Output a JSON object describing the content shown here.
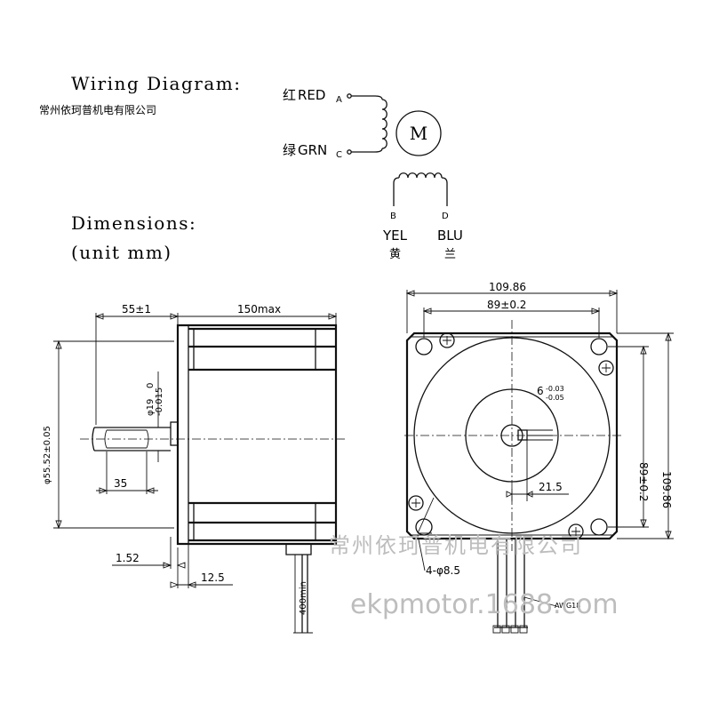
{
  "wiring": {
    "heading": "Wiring Diagram:",
    "company": "常州依珂普机电有限公司",
    "motor_label": "M",
    "wires": {
      "red": {
        "cn": "红",
        "en": "RED",
        "pin": "A"
      },
      "green": {
        "cn": "绿",
        "en": "GRN",
        "pin": "C"
      },
      "yellow": {
        "pin": "B",
        "en": "YEL",
        "cn": "黄"
      },
      "blue": {
        "pin": "D",
        "en": "BLU",
        "cn": "兰"
      }
    }
  },
  "dimensions": {
    "heading": "Dimensions:",
    "unit": "(unit mm)",
    "side_view": {
      "shaft_length": "55±1",
      "body_length": "150max",
      "pilot_diameter": "φ55.52±0.05",
      "shaft_tol_upper": "0",
      "shaft_diameter": "φ19",
      "shaft_tol_lower": "-0.015",
      "key_length": "35",
      "pilot_height": "1.52",
      "flange_thickness": "12.5",
      "lead_length": "400min"
    },
    "front_view": {
      "overall_width": "109.86",
      "hole_spacing": "89±0.2",
      "overall_height": "109.86",
      "hole_spacing_v": "89±0.2",
      "key_width": "6",
      "key_tol": "-0.03",
      "key_tol2": "-0.05",
      "key_depth": "21.5",
      "holes": "4-φ8.5",
      "wire_gauge": "AWG18"
    }
  },
  "watermark": {
    "cn": "常州依珂普机电有限公司",
    "url": "ekpmotor.1688.com"
  }
}
